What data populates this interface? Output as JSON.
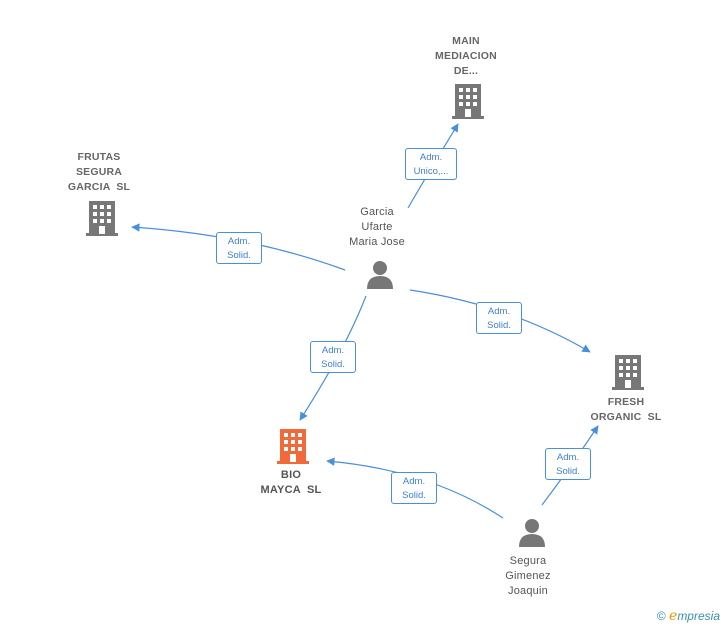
{
  "colors": {
    "edge": "#4a8fdc",
    "company": "#777777",
    "company_highlight": "#f26a3a",
    "person": "#777777"
  },
  "nodes": {
    "main_mediacion": {
      "label_lines": [
        "MAIN",
        "MEDIACION",
        "DE..."
      ],
      "icon": "building-icon"
    },
    "frutas_segura": {
      "label_lines": [
        "FRUTAS",
        "SEGURA",
        "GARCIA  SL"
      ],
      "icon": "building-icon"
    },
    "fresh_organic": {
      "label_lines": [
        "FRESH",
        "ORGANIC  SL"
      ],
      "icon": "building-icon"
    },
    "bio_mayca": {
      "label_lines": [
        "BIO",
        "MAYCA  SL"
      ],
      "icon": "building-icon-highlight"
    },
    "garcia_ufarte": {
      "label_lines": [
        "Garcia",
        "Ufarte",
        "Maria Jose"
      ],
      "icon": "person-icon"
    },
    "segura_gimenez": {
      "label_lines": [
        "Segura",
        "Gimenez",
        "Joaquin"
      ],
      "icon": "person-icon"
    }
  },
  "edges": [
    {
      "from": "garcia_ufarte",
      "to": "main_mediacion",
      "label_lines": [
        "Adm.",
        "Unico,..."
      ]
    },
    {
      "from": "garcia_ufarte",
      "to": "frutas_segura",
      "label_lines": [
        "Adm.",
        "Solid."
      ]
    },
    {
      "from": "garcia_ufarte",
      "to": "fresh_organic",
      "label_lines": [
        "Adm.",
        "Solid."
      ]
    },
    {
      "from": "garcia_ufarte",
      "to": "bio_mayca",
      "label_lines": [
        "Adm.",
        "Solid."
      ]
    },
    {
      "from": "segura_gimenez",
      "to": "bio_mayca",
      "label_lines": [
        "Adm.",
        "Solid."
      ]
    },
    {
      "from": "segura_gimenez",
      "to": "fresh_organic",
      "label_lines": [
        "Adm.",
        "Solid."
      ]
    }
  ],
  "footer": {
    "copyright": "©",
    "brand_initial": "e",
    "brand_rest": "mpresia"
  }
}
